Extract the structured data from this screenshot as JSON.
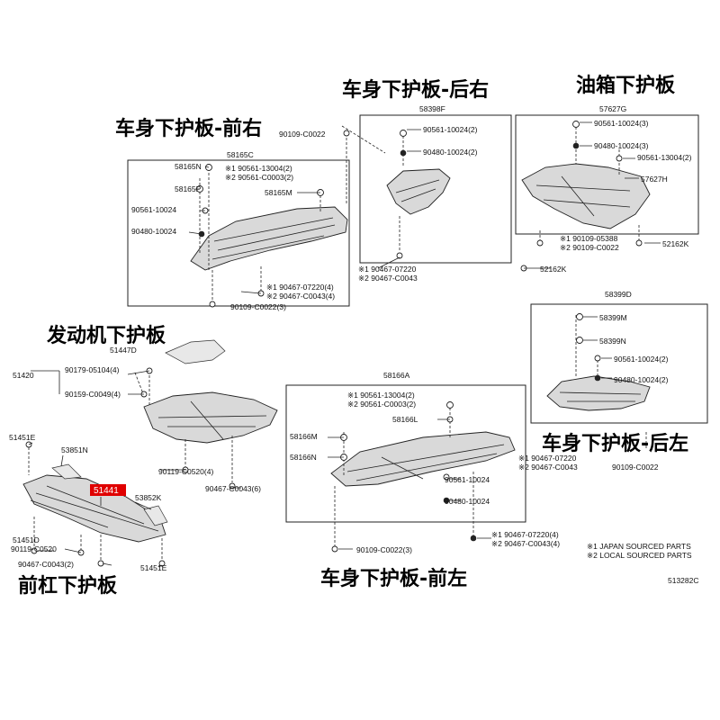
{
  "titles": {
    "rear_right": "车身下护板-后右",
    "fuel_tank": "油箱下护板",
    "front_right": "车身下护板-前右",
    "engine": "发动机下护板",
    "rear_left": "车身下护板-后左",
    "front_bumper": "前杠下护板",
    "front_left": "车身下护板-前左"
  },
  "parts": {
    "p58165C": "58165C",
    "p58165N": "58165N",
    "p90561_13004_2": "※1 90561-13004(2)",
    "p90561_C0003_2": "※2 90561-C0003(2)",
    "p58165P": "58165P",
    "p58165M": "58165M",
    "p90561_10024": "90561-10024",
    "p90480_10024": "90480-10024",
    "p90467_07220_4": "※1 90467-07220(4)",
    "p90467_C0043_4": "※2 90467-C0043(4)",
    "p90109_C0022_3": "90109-C0022(3)",
    "p90109_C0022_top": "90109-C0022",
    "p58398F": "58398F",
    "p90561_10024_2": "90561-10024(2)",
    "p90480_10024_2": "90480-10024(2)",
    "p90467_07220_rr": "※1 90467-07220",
    "p90467_C0043_rr": "※2 90467-C0043",
    "p57627G": "57627G",
    "p90561_10024_3": "90561-10024(3)",
    "p90480_10024_3": "90480-10024(3)",
    "p90561_13004_2b": "90561-13004(2)",
    "p57627H": "57627H",
    "p90109_05388": "※1 90109-05388",
    "p90109_C0022_ft": "※2 90109-C0022",
    "p52162K_r": "52162K",
    "p52162K_l": "52162K",
    "p58399D": "58399D",
    "p58399M": "58399M",
    "p58399N": "58399N",
    "p90561_10024_2rl": "90561-10024(2)",
    "p90480_10024_2rl": "90480-10024(2)",
    "p90467_07220_rl": "※1 90467-07220",
    "p90467_C0043_rl": "※2 90467-C0043",
    "p90109_C0022_rl": "90109-C0022",
    "p51447D": "51447D",
    "p51420": "51420",
    "p90179_05104_4": "90179-05104(4)",
    "p90159_C0049_4": "90159-C0049(4)",
    "p90119_C0520_4": "90119-C0520(4)",
    "p90467_C0043_6": "90467-C0043(6)",
    "p58166A": "58166A",
    "p90561_13004_2fl": "※1 90561-13004(2)",
    "p90561_C0003_2fl": "※2 90561-C0003(2)",
    "p58166M": "58166M",
    "p58166L": "58166L",
    "p58166N": "58166N",
    "p90561_10024_fl": "90561-10024",
    "p90480_10024_fl": "90480-10024",
    "p90109_C0022_3fl": "90109-C0022(3)",
    "p90467_07220_4fl": "※1 90467-07220(4)",
    "p90467_C0043_4fl": "※2 90467-C0043(4)",
    "p51451E": "51451E",
    "p53851N": "53851N",
    "p51441": "51441",
    "p53852K": "53852K",
    "p51451D": "51451D",
    "p90119_C0520": "90119-C0520",
    "p90467_C0043_2": "90467-C0043(2)",
    "p51451E_b": "51451E"
  },
  "legend": {
    "japan": "※1 JAPAN SOURCED PARTS",
    "local": "※2 LOCAL SOURCED PARTS",
    "code": "513282C"
  },
  "colors": {
    "highlight": "#e00000",
    "text": "#111111"
  }
}
